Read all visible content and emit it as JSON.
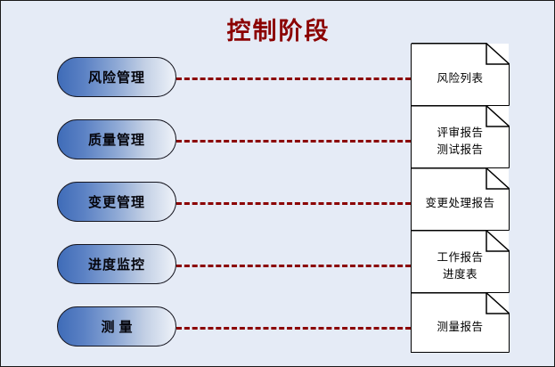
{
  "title": "控制阶段",
  "colors": {
    "background": "#e5ebf6",
    "title": "#8b0000",
    "connector": "#8b0000",
    "box_gradient_start": "#3f6cb8",
    "box_gradient_end": "#eef2f9",
    "box_border": "#15151f",
    "doc_fill": "#ffffff",
    "doc_border": "#000000"
  },
  "rows": [
    {
      "process": "风险管理",
      "document_lines": [
        "风险列表"
      ]
    },
    {
      "process": "质量管理",
      "document_lines": [
        "评审报告",
        "测试报告"
      ]
    },
    {
      "process": "变更管理",
      "document_lines": [
        "变更处理报告"
      ]
    },
    {
      "process": "进度监控",
      "document_lines": [
        "工作报告",
        "进度表"
      ]
    },
    {
      "process": "测量",
      "document_lines": [
        "测量报告"
      ]
    }
  ]
}
